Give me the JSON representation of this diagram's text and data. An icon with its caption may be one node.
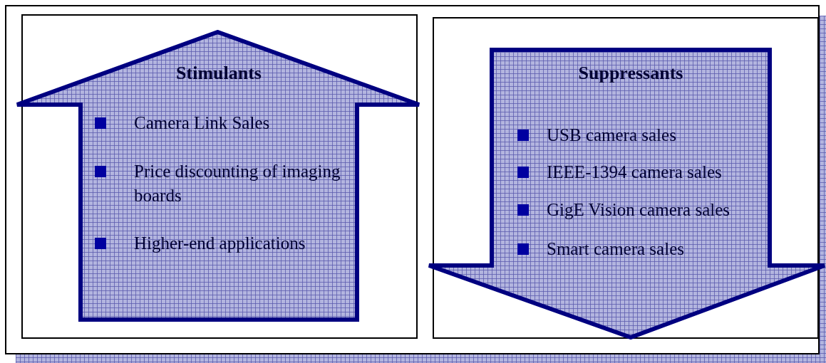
{
  "diagram": {
    "nodes": [
      {
        "text": [
          "Stimulants",
          "Camera Link Sales",
          "Price discounting of imaging boards",
          "Higher-end applications"
        ]
      },
      {
        "text": [
          "Suppressants",
          "USB camera sales",
          "IEEE-1394 camera sales",
          "GigE Vision camera sales",
          "Smart camera sales"
        ]
      }
    ]
  }
}
